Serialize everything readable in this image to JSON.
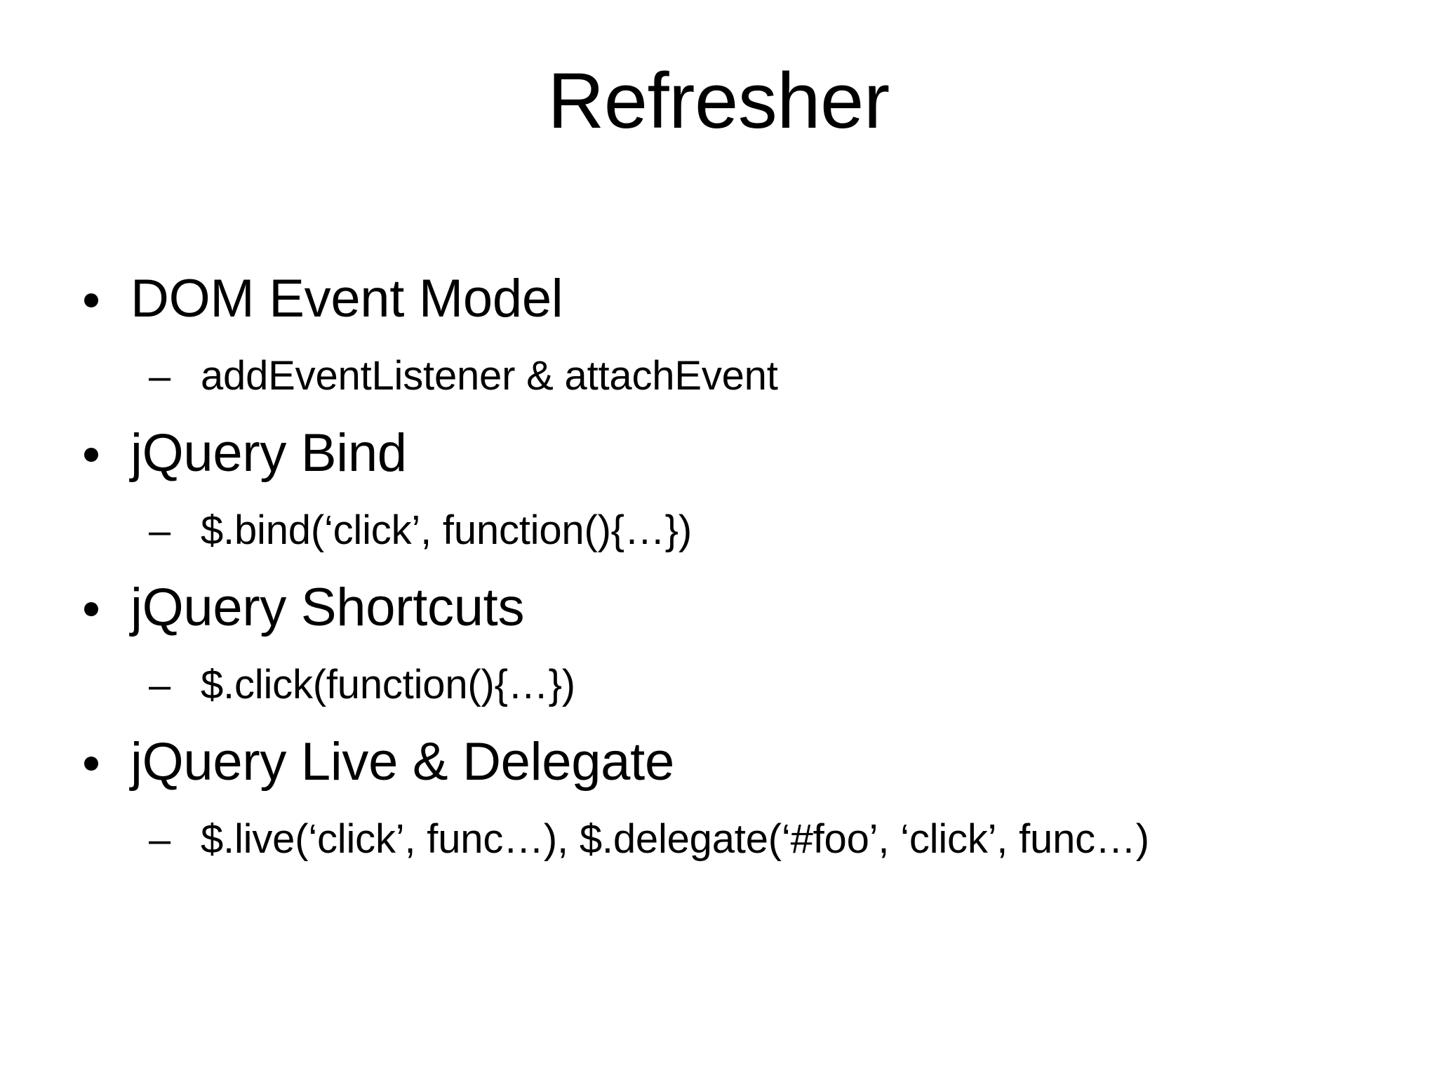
{
  "slide": {
    "title": "Refresher",
    "background_color": "#FFFFFF",
    "text_color": "#000000",
    "level1_marker": "•",
    "level2_marker": "–",
    "groups": [
      {
        "heading": "DOM Event Model",
        "sub": "addEventListener & attachEvent"
      },
      {
        "heading": "jQuery Bind",
        "sub": "$.bind(‘click’, function(){…})"
      },
      {
        "heading": "jQuery Shortcuts",
        "sub": "$.click(function(){…})"
      },
      {
        "heading": "jQuery Live & Delegate",
        "sub": "$.live(‘click’, func…), $.delegate(‘#foo’, ‘click’, func…)"
      }
    ]
  }
}
